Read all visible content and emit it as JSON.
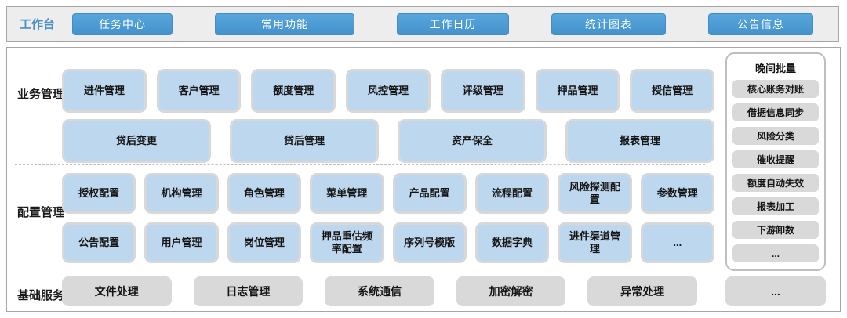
{
  "colors": {
    "accent_blue": "#4A9AD4",
    "label_blue": "#4A90C9",
    "module_blue_fill": "#BDD7EE",
    "module_border_gray": "#D8D8D8",
    "gray_fill": "#D9D9D9",
    "topbar_bg": "#EDEDED",
    "outer_border": "#A6A6A6",
    "panel_border": "#BFBFBF"
  },
  "topbar": {
    "label": "工作台",
    "buttons": [
      "任务中心",
      "常用功能",
      "工作日历",
      "统计图表",
      "公告信息"
    ]
  },
  "sections": {
    "business": {
      "label": "业务管理",
      "row1": [
        "进件管理",
        "客户管理",
        "额度管理",
        "风控管理",
        "评级管理",
        "押品管理",
        "授信管理"
      ],
      "row2": [
        "贷后变更",
        "贷后管理",
        "资产保全",
        "报表管理"
      ]
    },
    "config": {
      "label": "配置管理",
      "row1": [
        "授权配置",
        "机构管理",
        "角色管理",
        "菜单管理",
        "产品配置",
        "流程配置",
        "风险探测配置",
        "参数管理"
      ],
      "row2": [
        "公告配置",
        "用户管理",
        "岗位管理",
        "押品重估频率配置",
        "序列号模版",
        "数据字典",
        "进件渠道管理",
        "..."
      ]
    },
    "base": {
      "label": "基础服务",
      "items": [
        "文件处理",
        "日志管理",
        "系统通信",
        "加密解密",
        "异常处理"
      ],
      "more": "..."
    }
  },
  "night_batch": {
    "title": "晚间批量",
    "items": [
      "核心账务对账",
      "借据信息同步",
      "风险分类",
      "催收提醒",
      "额度自动失效",
      "报表加工",
      "下游卸数",
      "..."
    ]
  }
}
